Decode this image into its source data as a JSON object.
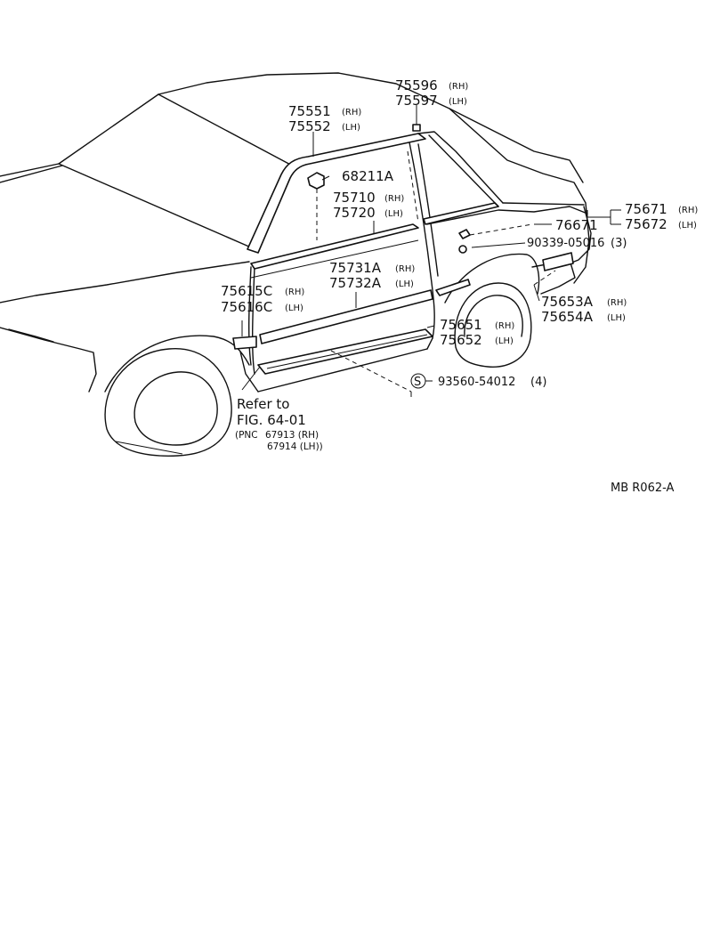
{
  "parts": {
    "p75596": {
      "number": "75596",
      "side": "(RH)"
    },
    "p75597": {
      "number": "75597",
      "side": "(LH)"
    },
    "p75551": {
      "number": "75551",
      "side": "(RH)"
    },
    "p75552": {
      "number": "75552",
      "side": "(LH)"
    },
    "p68211A": {
      "number": "68211A"
    },
    "p75710": {
      "number": "75710",
      "side": "(RH)"
    },
    "p75720": {
      "number": "75720",
      "side": "(LH)"
    },
    "p75671": {
      "number": "75671",
      "side": "(RH)"
    },
    "p75672": {
      "number": "75672",
      "side": "(LH)"
    },
    "p76671": {
      "number": "76671"
    },
    "p90339": {
      "number": "90339-05016",
      "qty": "(3)"
    },
    "p75731A": {
      "number": "75731A",
      "side": "(RH)"
    },
    "p75732A": {
      "number": "75732A",
      "side": "(LH)"
    },
    "p75615C": {
      "number": "75615C",
      "side": "(RH)"
    },
    "p75616C": {
      "number": "75616C",
      "side": "(LH)"
    },
    "p75653A": {
      "number": "75653A",
      "side": "(RH)"
    },
    "p75654A": {
      "number": "75654A",
      "side": "(LH)"
    },
    "p75651": {
      "number": "75651",
      "side": "(RH)"
    },
    "p75652": {
      "number": "75652",
      "side": "(LH)"
    },
    "p93560": {
      "symbol": "S",
      "number": "93560-54012",
      "qty": "(4)"
    }
  },
  "refer": {
    "line1": "Refer to",
    "line2": "FIG. 64-01",
    "pnc_prefix": "(PNC",
    "pnc_rh": "67913 (RH)",
    "pnc_lh": "67914 (LH))"
  },
  "diagram_code": "MB  R062-A"
}
